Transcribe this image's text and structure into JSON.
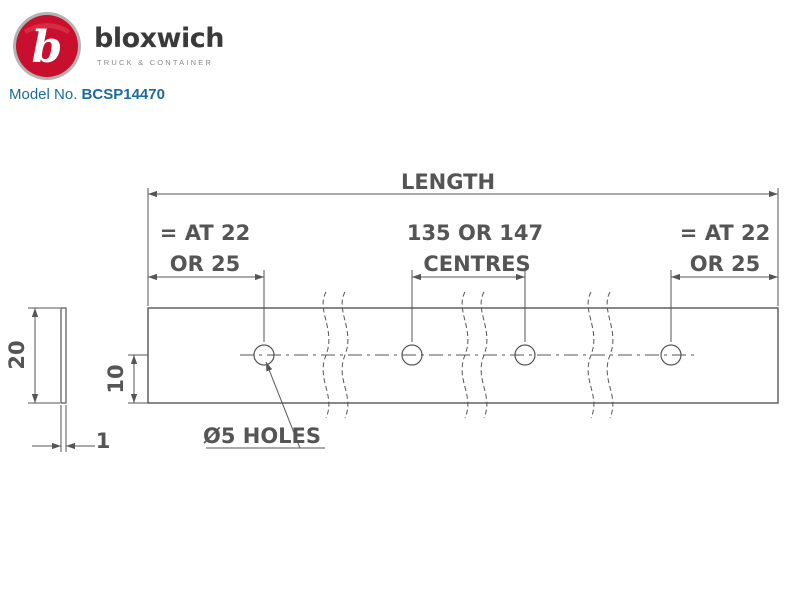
{
  "brand": {
    "name": "bloxwich",
    "tagline": "TRUCK & CONTAINER",
    "logo_letter": "b",
    "colors": {
      "red": "#c8102e",
      "text": "#3a3a3a",
      "model": "#1c6aa0"
    }
  },
  "model": {
    "prefix": "Model No.",
    "number": "BCSP14470"
  },
  "drawing": {
    "length_label": "LENGTH",
    "left_pitch": [
      "= AT 22",
      "OR 25"
    ],
    "centre_pitch": [
      "135 OR 147",
      "CENTRES"
    ],
    "right_pitch": [
      "= AT 22",
      "OR 25"
    ],
    "holes_label": "Ø5 HOLES",
    "height_label": "20",
    "hole_height_label": "10",
    "thickness_label": "1",
    "line_color": "#555555"
  }
}
